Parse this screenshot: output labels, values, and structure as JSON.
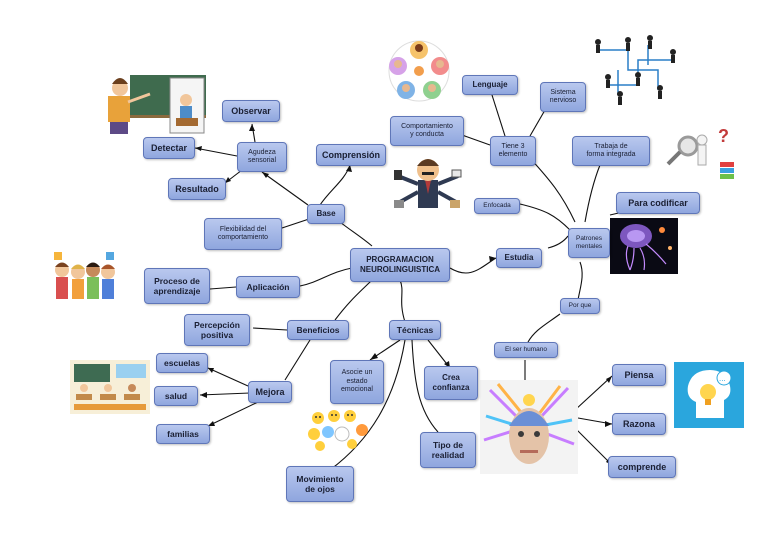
{
  "nodes": {
    "central": "PROGRAMACION\nNEUROLINGUISTICA",
    "base": "Base",
    "agudeza": "Agudeza\nsensorial",
    "observar": "Observar",
    "detectar": "Detectar",
    "resultado": "Resultado",
    "flexibilidad": "Flexibilidad del\ncomportamiento",
    "comprension": "Comprensión",
    "comportamiento": "Comportamiento\ny conducta",
    "lenguaje": "Lenguaje",
    "tiene3": "Tiene 3\nelemento",
    "sistema": "Sistema\nnervioso",
    "trabaja": "Trabaja de\nforma integrada",
    "codificar": "Para codificar",
    "enfocada": "Enfocada",
    "patrones": "Patrones\nmentales",
    "estudia": "Estudia",
    "porque": "Por que",
    "serhumano": "El ser humano",
    "aplicacion": "Aplicación",
    "proceso": "Proceso de\naprendizaje",
    "beneficios": "Beneficios",
    "percepcion": "Percepción\npositiva",
    "mejora": "Mejora",
    "escuelas": "escuelas",
    "salud": "salud",
    "familias": "familias",
    "tecnicas": "Técnicas",
    "asocie": "Asocie un\nestado\nemocional",
    "crea": "Crea\nconfianza",
    "tipo": "Tipo de\nrealidad",
    "movimiento": "Movimiento\nde ojos",
    "piensa": "Piensa",
    "razona": "Razona",
    "comprende": "comprende"
  },
  "icons": {
    "teacher": "teacher-illustration",
    "faces_circle": "cartoon-faces-circle",
    "network": "people-network-illustration",
    "businessman": "multitasking-businessman-illustration",
    "magnifier": "magnifier-figure-icon",
    "brain_tree": "neuron-brain-image",
    "kids": "children-group-illustration",
    "classroom": "classroom-illustration",
    "emojis": "emotion-faces-cluster",
    "face": "human-face-brain-image",
    "head_bulb": "head-lightbulb-icon"
  },
  "colors": {
    "node_fill": "#a4b7e6",
    "node_border": "#5f76b8",
    "line": "#111111"
  }
}
